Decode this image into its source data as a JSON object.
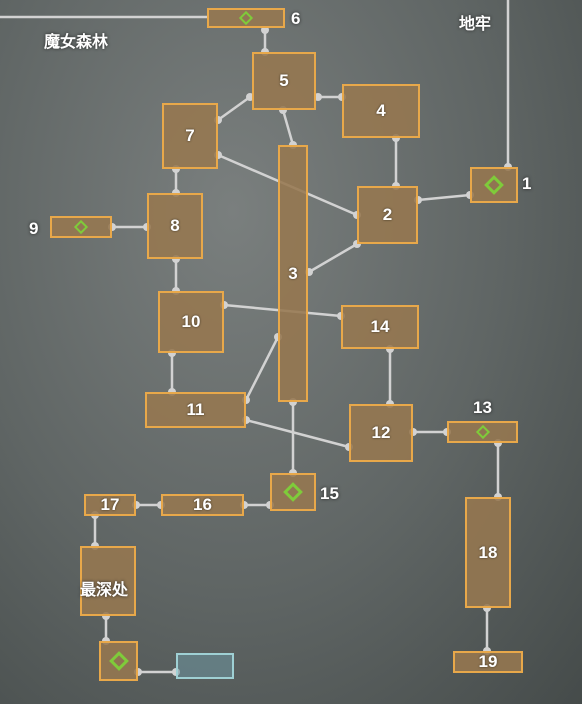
{
  "area_labels": {
    "witch_forest": "魔女森林",
    "dungeon": "地牢",
    "deepest": "最深处"
  },
  "rooms": [
    {
      "id": "r1",
      "number": "1",
      "save_point": true
    },
    {
      "id": "r2",
      "number": "2"
    },
    {
      "id": "r3",
      "number": "3"
    },
    {
      "id": "r4",
      "number": "4"
    },
    {
      "id": "r5",
      "number": "5"
    },
    {
      "id": "r6",
      "number": "6",
      "save_point": true
    },
    {
      "id": "r7",
      "number": "7"
    },
    {
      "id": "r8",
      "number": "8"
    },
    {
      "id": "r9",
      "number": "9",
      "save_point": true
    },
    {
      "id": "r10",
      "number": "10"
    },
    {
      "id": "r11",
      "number": "11"
    },
    {
      "id": "r12",
      "number": "12"
    },
    {
      "id": "r13",
      "number": "13",
      "save_point": true
    },
    {
      "id": "r14",
      "number": "14"
    },
    {
      "id": "r15",
      "number": "15",
      "save_point": true
    },
    {
      "id": "r16",
      "number": "16"
    },
    {
      "id": "r17",
      "number": "17"
    },
    {
      "id": "r18",
      "number": "18"
    },
    {
      "id": "r19",
      "number": "19"
    }
  ],
  "colors": {
    "room_fill": "#967850",
    "room_border": "#e8a84a",
    "save_icon": "#7fcb3a",
    "connector": "#d8d8d8",
    "exit_room": "#9fd0d4"
  }
}
